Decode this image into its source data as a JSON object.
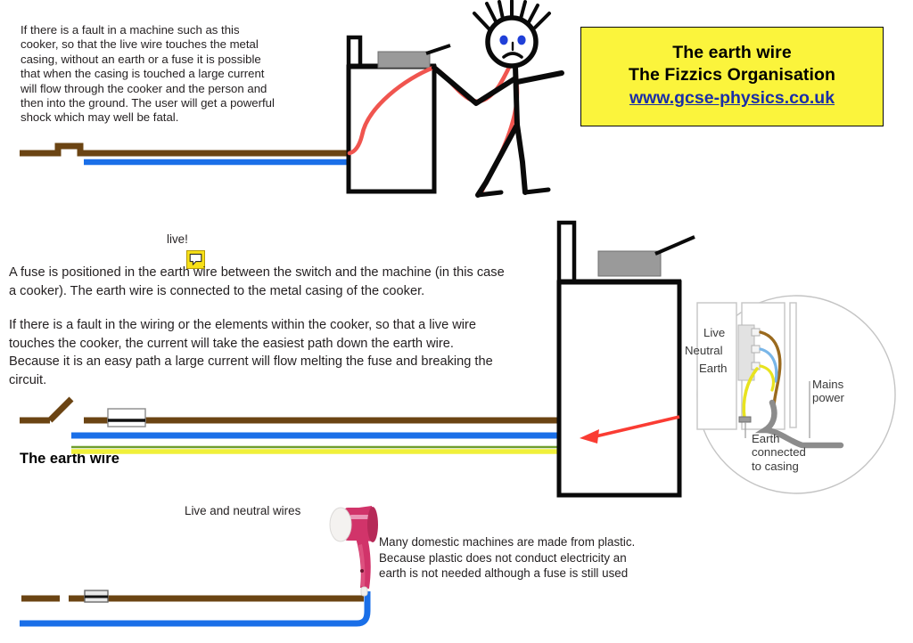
{
  "title_box": {
    "line1": "The earth wire",
    "line2": "The Fizzics Organisation",
    "url": "www.gcse-physics.co.uk",
    "background": "#fbf43c",
    "url_color": "#1a2ea8",
    "border_color": "#0a0a0a"
  },
  "sections": {
    "top": {
      "paragraph": "If there is a fault in a machine such as this\ncooker, so that the live wire touches the metal\ncasing, without an earth or a fuse it is possible\nthat when the casing is touched a large current\nwill flow through the cooker and the person and\nthen into the ground. The user will get a powerful\nshock which may well be fatal."
    },
    "middle": {
      "live_label": "live!",
      "paragraph1": "A fuse is positioned in the earth wire between the switch and the machine (in this case\na cooker). The earth wire is connected to the metal casing of the cooker.",
      "paragraph2": "If there is a fault in the wiring or the elements within the cooker, so that a live wire\ntouches the cooker, the current will take the easiest path down the earth wire.\nBecause it is an easy path a large current will flow melting the fuse and breaking the\ncircuit.",
      "caption": "The earth wire"
    },
    "bottom": {
      "wires_label": "Live and neutral wires",
      "note": "Many domestic machines are made from plastic.\nBecause plastic does not conduct electricity an\nearth is not needed although a fuse is still used"
    }
  },
  "inset": {
    "label_live": "Live",
    "label_neutral": "Neutral",
    "label_earth": "Earth",
    "label_mains": "Mains\npower",
    "label_earth_casing": "Earth\nconnected\nto casing",
    "wire_colors": {
      "live": "#9a6a1e",
      "neutral": "#79b6e8",
      "earth": "#e8e320",
      "cable": "#8c8c8c"
    }
  },
  "colors": {
    "live_wire": "#6b4413",
    "neutral_wire": "#1a6fe8",
    "earth_wire_yellow": "#f0f03a",
    "earth_wire_green": "#6f9e2e",
    "current_path": "#f0554f",
    "arrow": "#fa3c33",
    "cooker_outline": "#0a0a0a",
    "hob_fill": "#9a9a9a",
    "hairdryer": "#d1346a"
  },
  "icons": {
    "comment": "comment-bubble-icon",
    "hairdryer": "hairdryer-icon",
    "cooker": "cooker-icon",
    "person": "shocked-person-icon",
    "fuse": "fuse-icon",
    "switch": "switch-icon"
  }
}
